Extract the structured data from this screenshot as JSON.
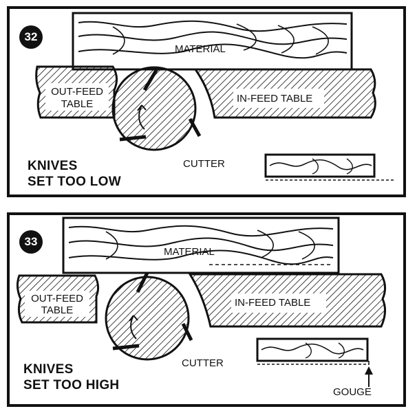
{
  "colors": {
    "ink": "#111111",
    "paper": "#ffffff"
  },
  "figures": [
    {
      "number": "32",
      "material": "MATERIAL",
      "outfeed_line1": "OUT-FEED",
      "outfeed_line2": "TABLE",
      "infeed": "IN-FEED TABLE",
      "cutter": "CUTTER",
      "caption_line1": "KNIVES",
      "caption_line2": "SET TOO LOW"
    },
    {
      "number": "33",
      "material": "MATERIAL",
      "outfeed_line1": "OUT-FEED",
      "outfeed_line2": "TABLE",
      "infeed": "IN-FEED TABLE",
      "cutter": "CUTTER",
      "caption_line1": "KNIVES",
      "caption_line2": "SET TOO HIGH",
      "gouge": "GOUGE"
    }
  ]
}
